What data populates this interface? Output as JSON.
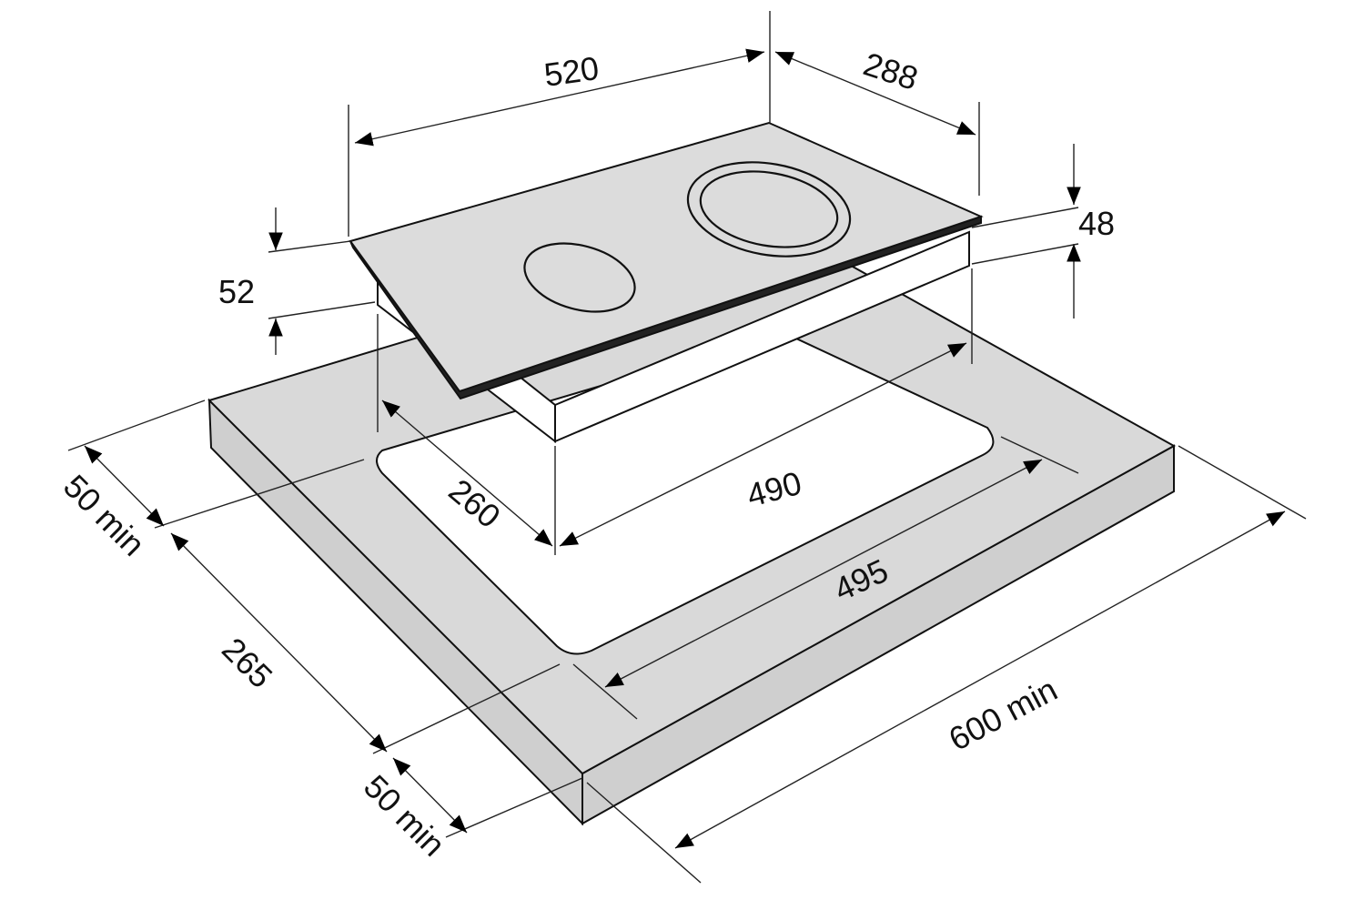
{
  "colors": {
    "surface": "#d9d9d9",
    "outline": "#111111",
    "background": "#ffffff"
  },
  "dimensions": {
    "hob_width": "520",
    "hob_depth": "288",
    "hob_glass_height": "48",
    "hob_total_height": "52",
    "cutout_width": "490",
    "cutout_depth": "260",
    "front_clearance": "50 min",
    "rear_clearance": "50 min",
    "cutout_depth_total": "265",
    "cutout_width_total": "495",
    "countertop_width": "600 min"
  }
}
